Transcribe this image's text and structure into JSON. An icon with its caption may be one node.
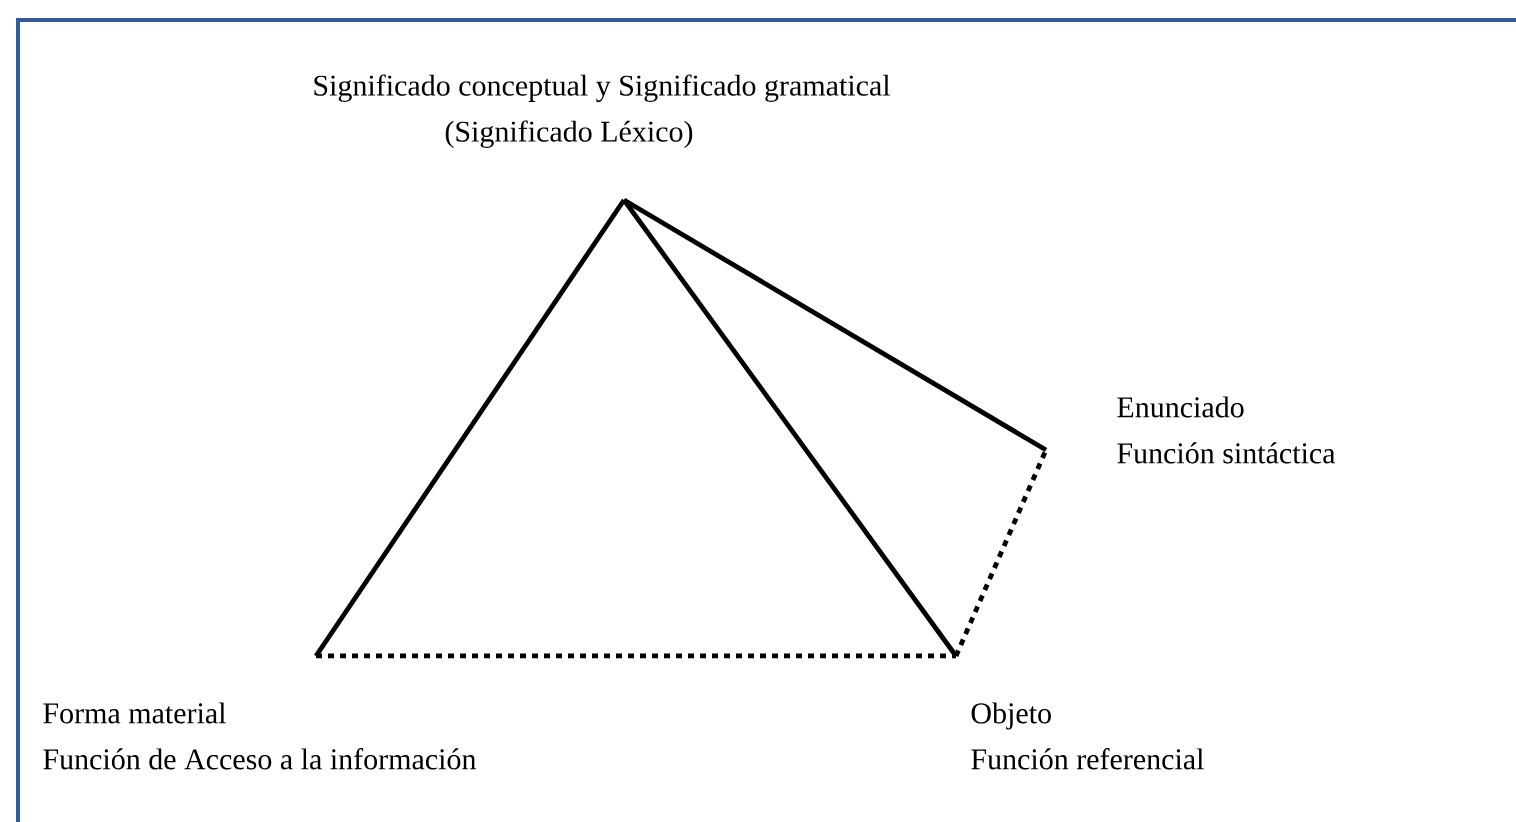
{
  "diagram": {
    "nodes": [
      {
        "text": [
          "Significado conceptual y Significado gramatical",
          "(Significado Léxico)"
        ]
      },
      {
        "text": [
          "Forma material",
          "Función de Acceso a la información"
        ]
      },
      {
        "text": [
          "Objeto",
          "Función referencial"
        ]
      },
      {
        "text": [
          "Enunciado",
          "Función sintáctica"
        ]
      }
    ],
    "edges": [
      {
        "from": 0,
        "to": 1,
        "arrow": "none"
      },
      {
        "from": 0,
        "to": 2,
        "arrow": "none"
      },
      {
        "from": 0,
        "to": 3,
        "arrow": "none"
      },
      {
        "from": 1,
        "to": 2,
        "arrow": "none",
        "style": "dashed"
      },
      {
        "from": 2,
        "to": 3,
        "arrow": "none",
        "style": "dashed"
      }
    ]
  }
}
